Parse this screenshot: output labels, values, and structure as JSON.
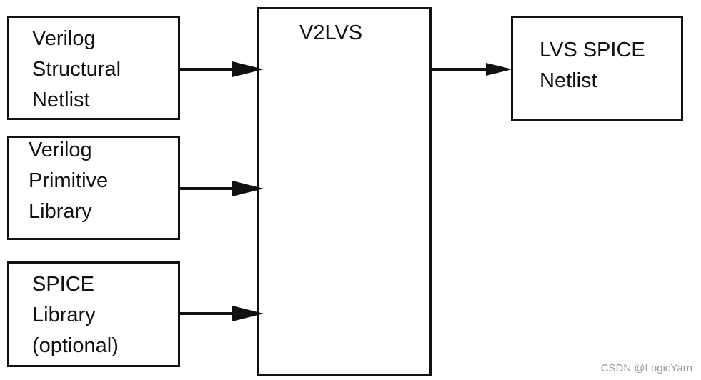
{
  "inputs": [
    {
      "lines": [
        "Verilog",
        "Structural",
        "Netlist"
      ]
    },
    {
      "lines": [
        "Verilog",
        "Primitive",
        "Library"
      ]
    },
    {
      "lines": [
        "SPICE",
        "Library",
        "(optional)"
      ]
    }
  ],
  "processor": {
    "title": "V2LVS"
  },
  "output": {
    "lines": [
      "LVS SPICE",
      "Netlist"
    ]
  },
  "watermark": "CSDN @LogicYarn",
  "colors": {
    "stroke": "#111111",
    "background": "#ffffff",
    "watermark": "#9a9a9a"
  }
}
